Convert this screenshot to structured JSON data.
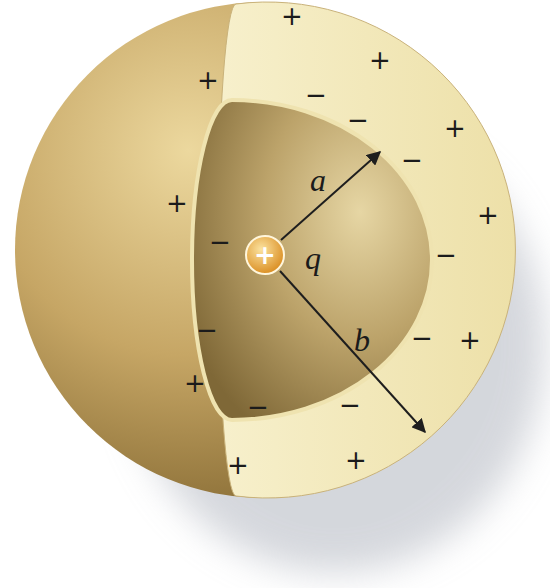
{
  "diagram": {
    "nodes": [
      {
        "text": [
          "+",
          "q"
        ]
      }
    ],
    "labels": [
      "+",
      "+",
      "+",
      "−",
      "−",
      "+",
      "−",
      "a",
      "+",
      "+",
      "−",
      "−",
      "−",
      "−",
      "+",
      "b",
      "+",
      "−",
      "−",
      "+",
      "+"
    ]
  }
}
